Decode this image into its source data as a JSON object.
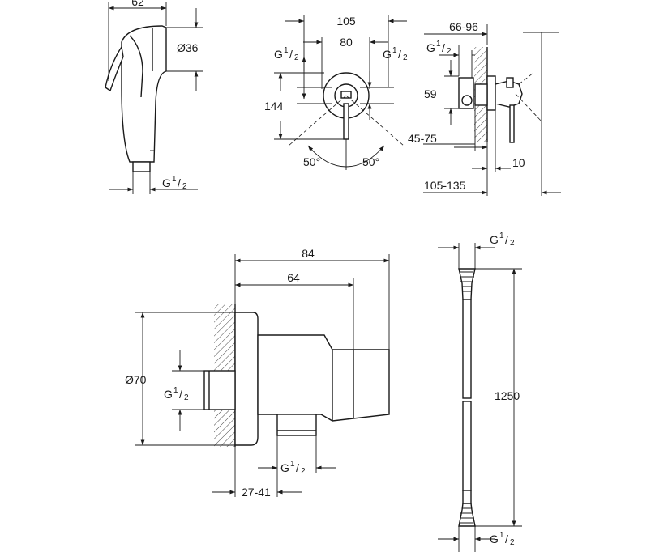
{
  "views": {
    "hand_shower": {
      "width": "62",
      "diameter": "Ø36",
      "thread": {
        "main": "G",
        "sup": "1",
        "sub": "2"
      }
    },
    "front_valve": {
      "outer_width": "105",
      "inner_width": "80",
      "height": "144",
      "left_thread": {
        "main": "G",
        "sup": "1",
        "sub": "2"
      },
      "right_thread": {
        "main": "G",
        "sup": "1",
        "sub": "2"
      },
      "left_angle": "50°",
      "right_angle": "50°"
    },
    "side_valve": {
      "depth_range": "66-96",
      "thread": {
        "main": "G",
        "sup": "1",
        "sub": "2"
      },
      "height": "59",
      "offset_range": "45-75",
      "plate": "10",
      "total_range": "105-135"
    },
    "wall_outlet": {
      "overall": "84",
      "holder": "64",
      "diameter": "Ø70",
      "wall_thread": {
        "main": "G",
        "sup": "1",
        "sub": "2"
      },
      "bottom_thread": {
        "main": "G",
        "sup": "1",
        "sub": "2"
      },
      "recess_range": "27-41"
    },
    "hose": {
      "top_thread": {
        "main": "G",
        "sup": "1",
        "sub": "2"
      },
      "length": "1250",
      "bottom_thread": {
        "main": "G",
        "sup": "1",
        "sub": "2"
      }
    }
  }
}
